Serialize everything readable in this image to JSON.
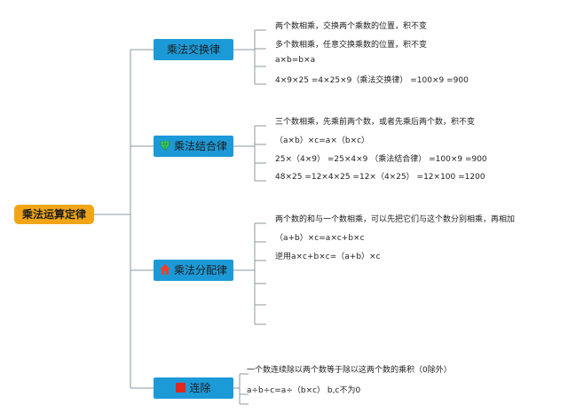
{
  "root": {
    "label": "乘法运算定律"
  },
  "branches": [
    {
      "label": "乘法交换律",
      "icon": "",
      "items": [
        "两个数相乘，交换两个乘数的位置，积不变",
        "多个数相乘，任意交换乘数的位置，积不变",
        "a×b=b×a",
        "4×9×25 =4×25×9（乘法交换律） =100×9 =900"
      ]
    },
    {
      "label": "乘法结合律",
      "icon": "gem-icon",
      "items": [
        "三个数相乘，先乘前两个数，或者先乘后两个数，积不变",
        "（a×b）×c=a×（b×c）",
        "25×（4×9） =25×4×9 （乘法结合律） =100×9 =900",
        "48×25 =12×4×25 =12×（4×25） =12×100 =1200"
      ]
    },
    {
      "label": "乘法分配律",
      "icon": "house-icon",
      "items": [
        "两个数的和与一个数相乘，可以先把它们与这个数分别相乘，再相加",
        "（a+b）×c=a×c+b×c",
        "逆用a×c+b×c=（a+b）×c",
        "",
        "",
        ""
      ]
    },
    {
      "label": "连除",
      "icon": "red-square-icon",
      "items": [
        "一个数连续除以两个数等于除以这两个数的乘积（0除外）",
        "a÷b÷c=a÷（b×c） b,c不为0",
        ""
      ]
    }
  ],
  "colors": {
    "root": "#f2a516",
    "branch": "#1c9ad8",
    "line": "#7f8c8d",
    "gem": "#3ac46b",
    "house": "#e8412c",
    "square": "#e2271f"
  }
}
